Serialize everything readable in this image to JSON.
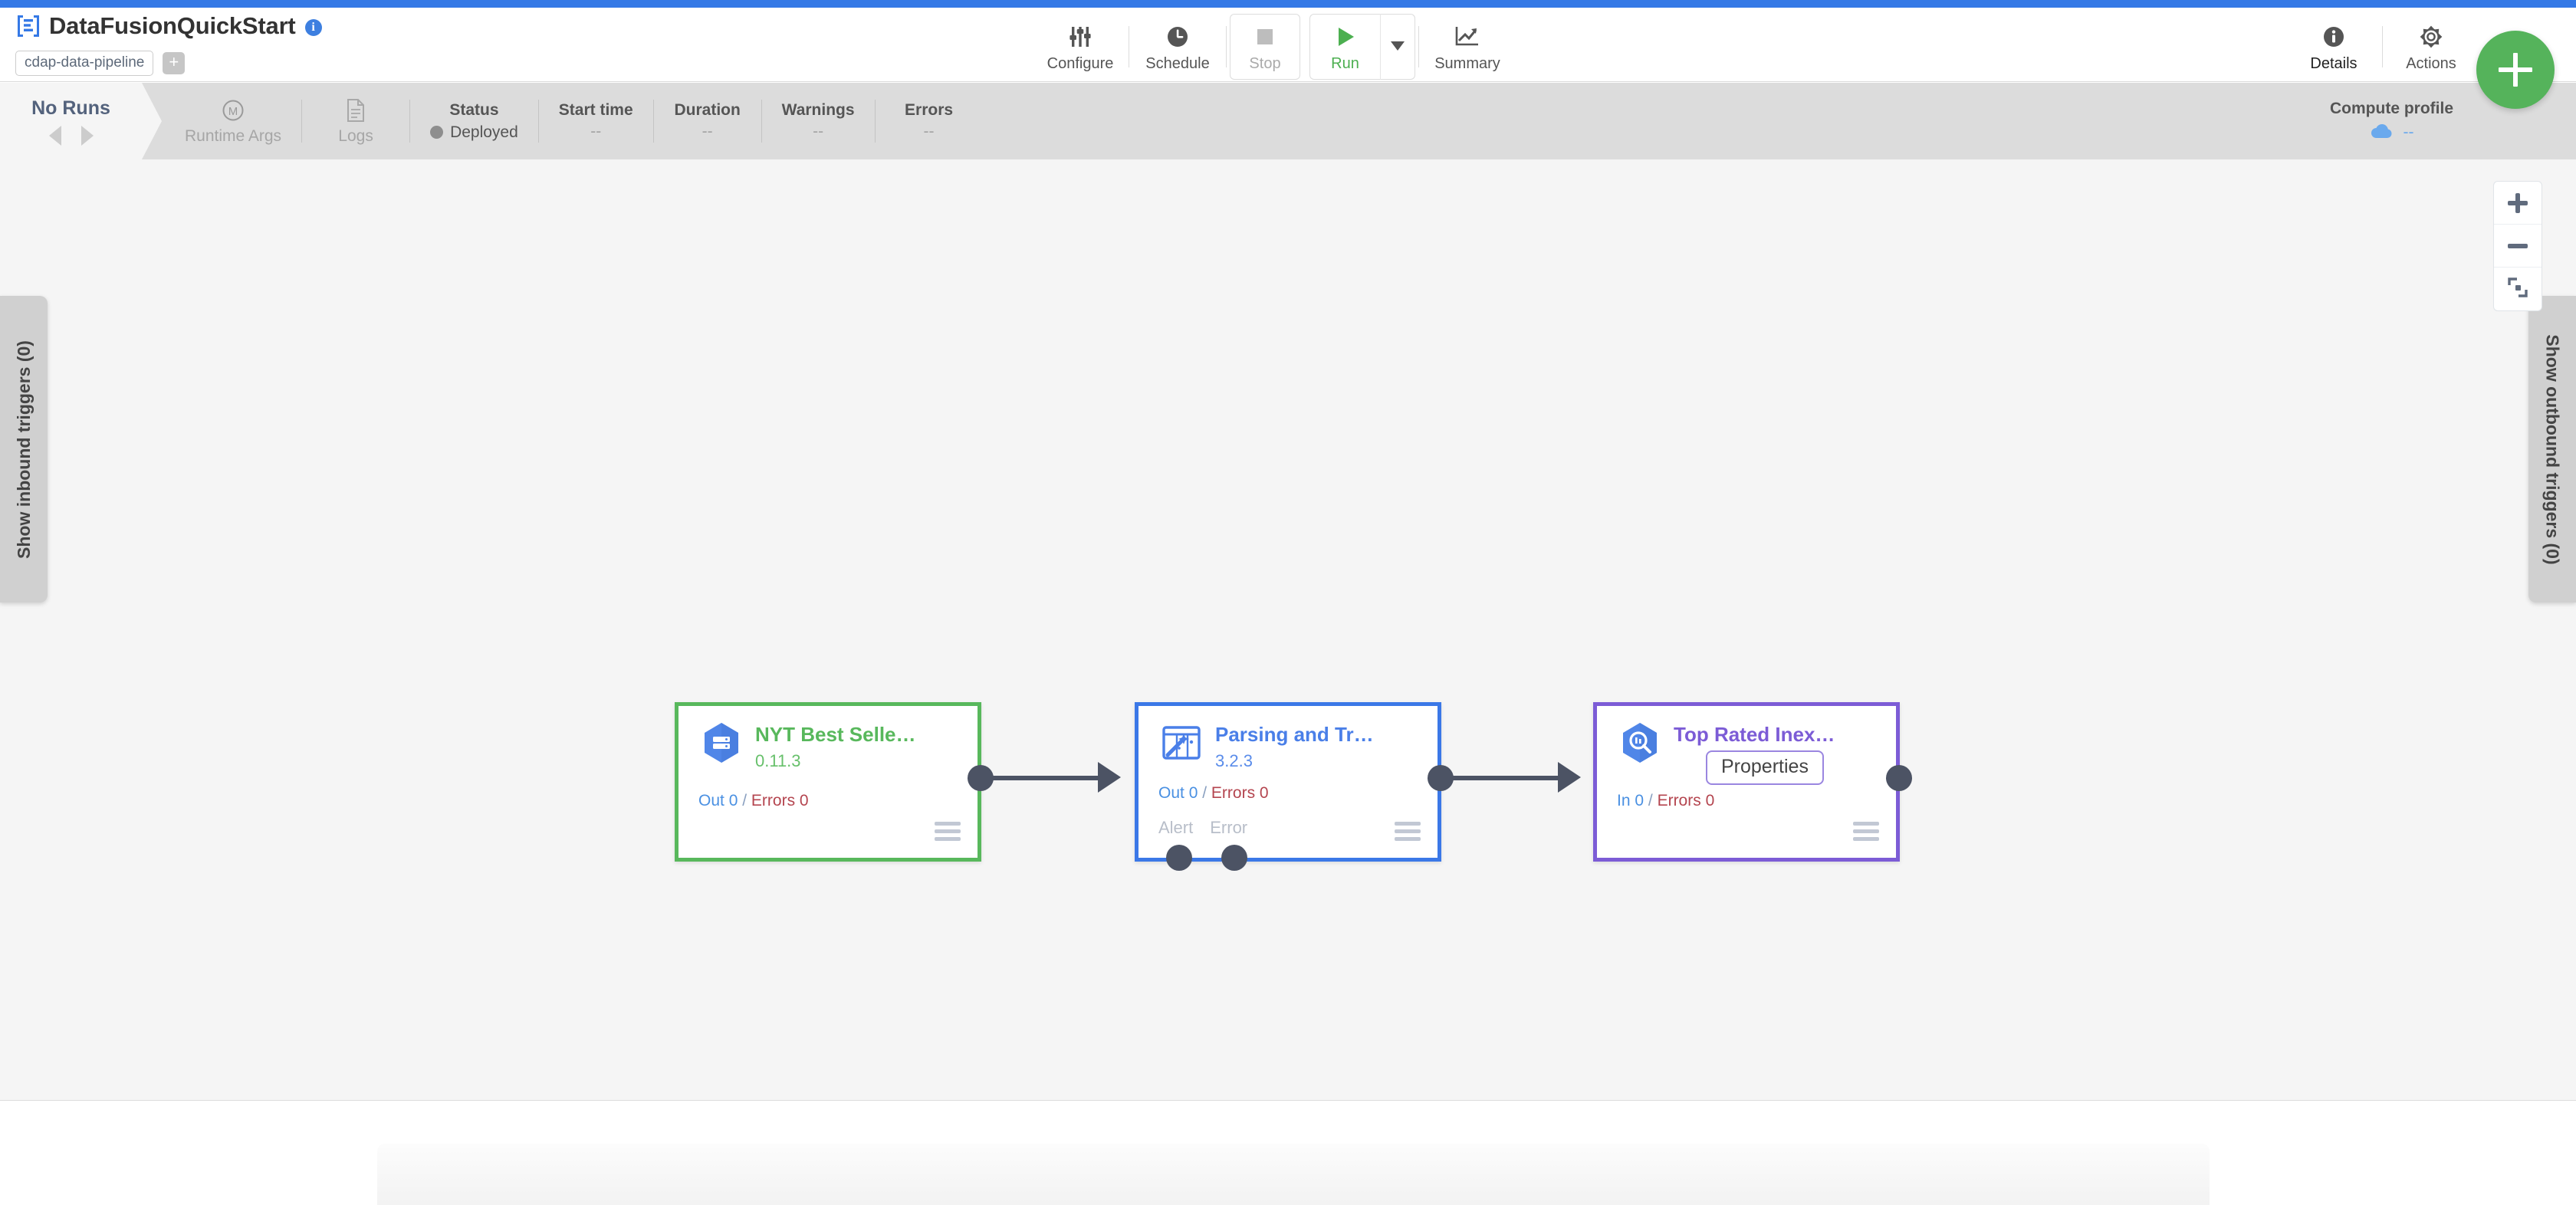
{
  "header": {
    "logo_icon": "cdap-logo-icon",
    "title": "DataFusionQuickStart",
    "info_icon": "info-icon",
    "artifact_chip": "cdap-data-pipeline",
    "add_chip": "+",
    "toolbar": [
      {
        "name": "configure",
        "icon": "sliders-icon",
        "label": "Configure"
      },
      {
        "name": "schedule",
        "icon": "clock-icon",
        "label": "Schedule"
      },
      {
        "name": "stop",
        "icon": "stop-square-icon",
        "label": "Stop"
      },
      {
        "name": "run",
        "icon": "play-triangle-icon",
        "label": "Run"
      },
      {
        "name": "run-dropdown",
        "icon": "caret-down-icon",
        "label": ""
      },
      {
        "name": "summary",
        "icon": "trend-chart-icon",
        "label": "Summary"
      }
    ],
    "toolbar_right": [
      {
        "name": "details",
        "icon": "info-circle-icon",
        "label": "Details"
      },
      {
        "name": "actions",
        "icon": "gear-icon",
        "label": "Actions"
      }
    ],
    "fab": {
      "icon": "plus-icon",
      "label": "+"
    }
  },
  "statusbar": {
    "runs_title": "No Runs",
    "prev_icon": "triangle-left-icon",
    "next_icon": "triangle-right-icon",
    "runtime_args": {
      "icon": "macro-m-icon",
      "label": "Runtime Args"
    },
    "logs": {
      "icon": "document-icon",
      "label": "Logs"
    },
    "fields": [
      {
        "name": "status",
        "header": "Status",
        "value": "Deployed"
      },
      {
        "name": "start-time",
        "header": "Start time",
        "value": "--"
      },
      {
        "name": "duration",
        "header": "Duration",
        "value": "--"
      },
      {
        "name": "warnings",
        "header": "Warnings",
        "value": "--"
      },
      {
        "name": "errors",
        "header": "Errors",
        "value": "--"
      }
    ],
    "compute_profile": {
      "header": "Compute profile",
      "icon": "cloud-icon",
      "value": "--"
    }
  },
  "canvas": {
    "zoom_controls": [
      {
        "name": "zoom-in",
        "icon": "plus-icon"
      },
      {
        "name": "zoom-out",
        "icon": "minus-icon"
      },
      {
        "name": "fit-to-screen",
        "icon": "fit-screen-icon"
      }
    ],
    "inbound_triggers_label": "Show inbound triggers (0)",
    "outbound_triggers_label": "Show outbound triggers (0)",
    "nodes": [
      {
        "name": "nyt-best-sellers-source",
        "icon": "database-hexagon-icon",
        "title": "NYT Best Selle…",
        "version": "0.11.3",
        "metric_left_label": "Out",
        "metric_left_value": "0",
        "metric_sep": " / ",
        "metric_right_label": "Errors",
        "metric_right_value": "0",
        "border_color": "#58b85c",
        "menu_icon": "hamburger-menu-icon"
      },
      {
        "name": "parsing-and-transform",
        "icon": "wrangler-magic-wand-icon",
        "title": "Parsing and Tr…",
        "version": "3.2.3",
        "metric_left_label": "Out",
        "metric_left_value": "0",
        "metric_sep": " / ",
        "metric_right_label": "Errors",
        "metric_right_value": "0",
        "port_alert": "Alert",
        "port_error": "Error",
        "border_color": "#3b78e7",
        "menu_icon": "hamburger-menu-icon"
      },
      {
        "name": "top-rated-inexpensive-sink",
        "icon": "bigquery-hexagon-icon",
        "title": "Top Rated Inex…",
        "properties_tooltip": "Properties",
        "metric_left_label": "In",
        "metric_left_value": "0",
        "metric_sep": " / ",
        "metric_right_label": "Errors",
        "metric_right_value": "0",
        "border_color": "#7c5cd6",
        "menu_icon": "hamburger-menu-icon"
      }
    ]
  },
  "colors": {
    "accent_blue": "#3579e6",
    "run_green": "#4caf50",
    "fab_green": "#55b35b",
    "source_green": "#58b85c",
    "transform_blue": "#3b78e7",
    "sink_purple": "#7c5cd6",
    "error_red": "#b4454f",
    "metric_blue": "#4a90e2",
    "connector": "#4c5364",
    "canvas_bg": "#f5f5f5",
    "statusbar_bg": "#dcdcdc"
  }
}
